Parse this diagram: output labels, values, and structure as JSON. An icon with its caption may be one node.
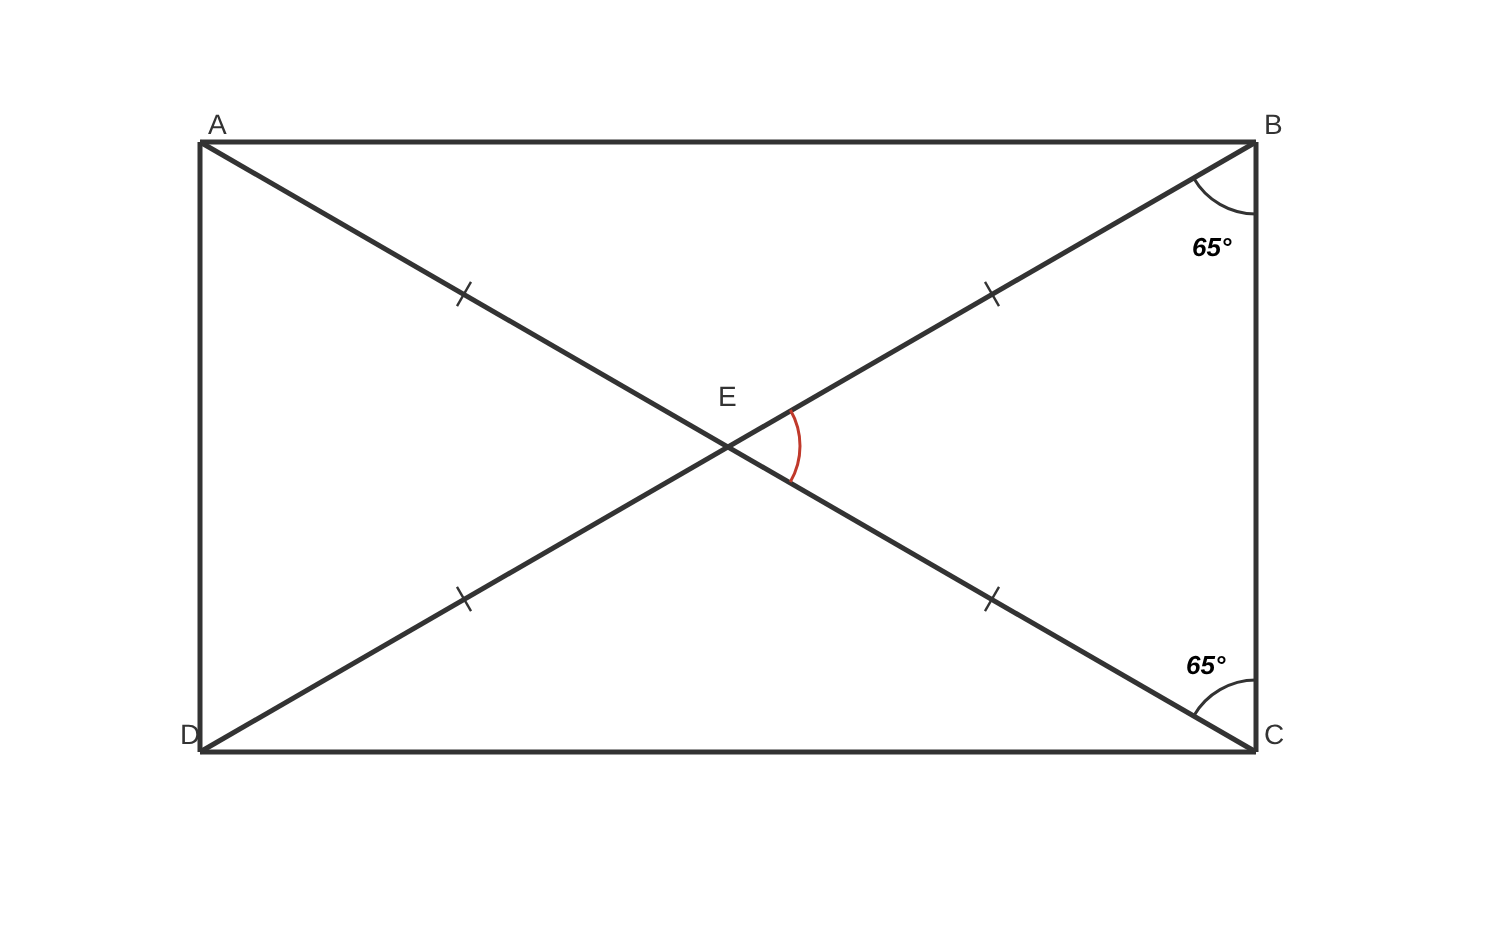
{
  "diagram": {
    "nodes": [
      {
        "text": [
          "A"
        ]
      },
      {
        "text": [
          "B"
        ]
      },
      {
        "text": [
          "C"
        ]
      },
      {
        "text": [
          "D"
        ]
      }
    ],
    "edges": [
      {
        "from": 0,
        "to": 1,
        "arrow": "none"
      },
      {
        "from": 1,
        "to": 2,
        "arrow": "none"
      },
      {
        "from": 2,
        "to": 3,
        "arrow": "none"
      },
      {
        "from": 3,
        "to": 0,
        "arrow": "none"
      },
      {
        "from": 0,
        "to": 2,
        "arrow": "none"
      },
      {
        "from": 1,
        "to": 3,
        "arrow": "none"
      }
    ],
    "labels": [
      "E",
      "65°",
      "65°"
    ]
  }
}
